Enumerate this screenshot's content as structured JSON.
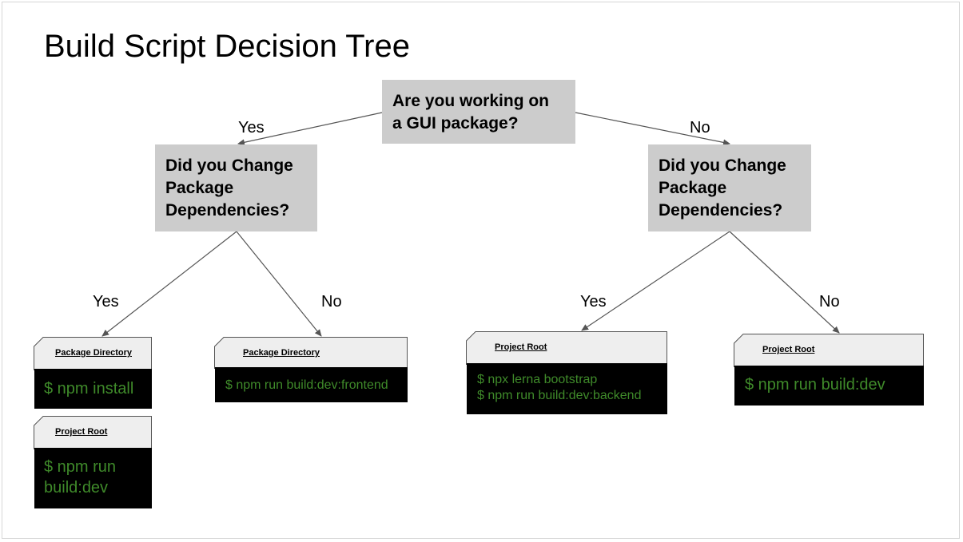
{
  "title": "Build Script Decision Tree",
  "colors": {
    "box_fill": "#cccccc",
    "terminal_bg": "#000000",
    "terminal_text": "#3f8a2a",
    "connector": "#555555"
  },
  "root": {
    "question": "Are you working on\na GUI package?"
  },
  "left_question": {
    "question": "Did you Change\nPackage\nDependencies?"
  },
  "right_question": {
    "question": "Did you Change\nPackage\nDependencies?"
  },
  "edges": {
    "root_yes": "Yes",
    "root_no": "No",
    "left_yes": "Yes",
    "left_no": "No",
    "right_yes": "Yes",
    "right_no": "No"
  },
  "cards": {
    "gui_deps_install": {
      "location": "Package Directory",
      "command": "$ npm install"
    },
    "gui_deps_build": {
      "location": "Project Root",
      "command": "$ npm run\nbuild:dev"
    },
    "gui_nodeps": {
      "location": "Package Directory",
      "command": "$ npm run build:dev:frontend"
    },
    "nongui_deps": {
      "location": "Project Root",
      "command": "$ npx lerna bootstrap\n$ npm run build:dev:backend"
    },
    "nongui_nodeps": {
      "location": "Project Root",
      "command": "$ npm run build:dev"
    }
  }
}
